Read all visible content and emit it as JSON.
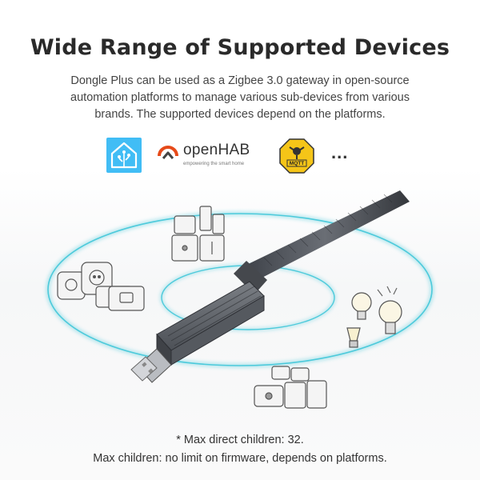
{
  "header": {
    "title": "Wide Range of Supported Devices",
    "description": "Dongle Plus can be used as a Zigbee 3.0 gateway in open-source automation platforms to manage various sub-devices from various brands. The supported devices depend on the platforms."
  },
  "platforms": {
    "openhab_name": "openHAB",
    "openhab_tagline": "empowering the smart home",
    "mqtt_label": "MQTT",
    "more": "..."
  },
  "footer": {
    "note_1": "* Max direct children: 32.",
    "note_2": "Max children: no limit on firmware, depends on platforms."
  },
  "colors": {
    "ha_blue": "#41bdf5",
    "openhab_orange": "#e64a19",
    "mqtt_yellow": "#f5c518",
    "ring_cyan": "#3fc6d8"
  },
  "icons": [
    "home-assistant-logo",
    "openhab-logo",
    "mqtt-logo",
    "usb-dongle",
    "antenna",
    "wall-switch-icon",
    "smart-plug-icon",
    "light-bulb-icon",
    "sensor-icon"
  ]
}
